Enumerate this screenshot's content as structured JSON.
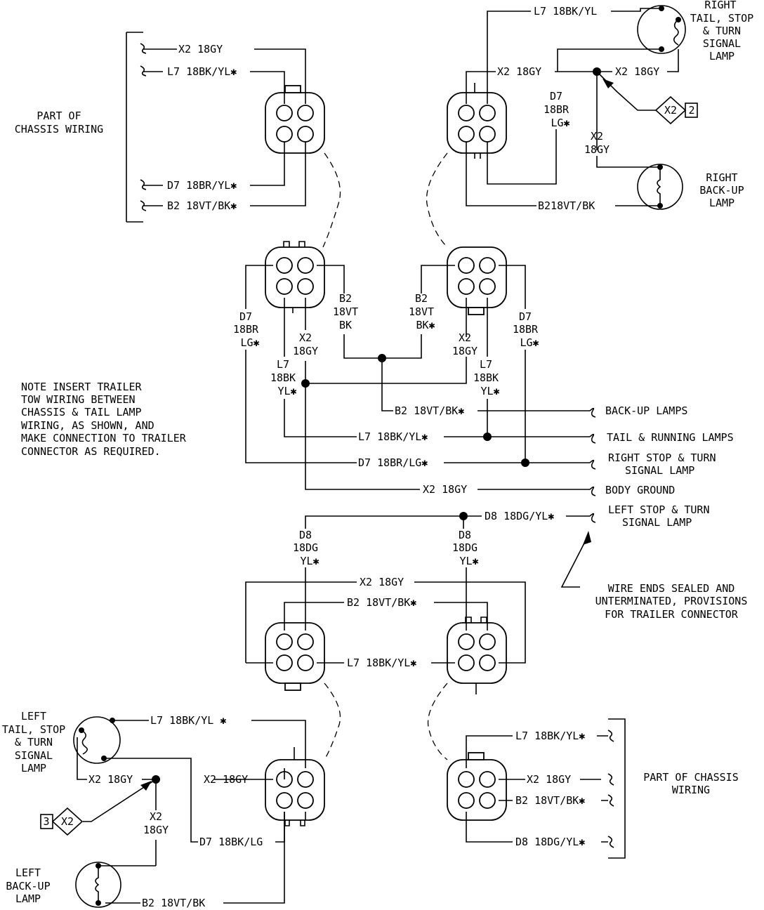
{
  "labels": {
    "chassis_tl_x2": "X2 18GY",
    "chassis_tl_l7": "L7 18BK/YL✱",
    "chassis_tl_d7": "D7 18BR/YL✱",
    "chassis_tl_b2": "B2 18VT/BK✱",
    "part_of_chassis_1": "PART OF",
    "part_of_chassis_2": "CHASSIS WIRING",
    "rt_l7": "L7 18BK/YL",
    "rt_x2a": "X2 18GY",
    "rt_x2b": "X2 18GY",
    "rt_d7_1": "D7",
    "rt_d7_2": "18BR",
    "rt_d7_3": "LG✱",
    "rt_x2c_1": "X2",
    "rt_x2c_2": "18GY",
    "rt_b2": "B218VT/BK",
    "ground_ref_right": "X2",
    "ground_ref_right_num": "2",
    "right_tail_1": "RIGHT",
    "right_tail_2": "TAIL, STOP",
    "right_tail_3": "& TURN",
    "right_tail_4": "SIGNAL",
    "right_tail_5": "LAMP",
    "right_backup_1": "RIGHT",
    "right_backup_2": "BACK-UP",
    "right_backup_3": "LAMP",
    "m_d7l_1": "D7",
    "m_d7l_2": "18BR",
    "m_d7l_3": "LG✱",
    "m_b2l_1": "B2",
    "m_b2l_2": "18VT",
    "m_b2l_3": "BK",
    "m_x2l_1": "X2",
    "m_x2l_2": "18GY",
    "m_l7l_1": "L7",
    "m_l7l_2": "18BK",
    "m_l7l_3": "YL✱",
    "m_b2r_1": "B2",
    "m_b2r_2": "18VT",
    "m_b2r_3": "BK✱",
    "m_x2r_1": "X2",
    "m_x2r_2": "18GY",
    "m_l7r_1": "L7",
    "m_l7r_2": "18BK",
    "m_l7r_3": "YL✱",
    "m_d7r_1": "D7",
    "m_d7r_2": "18BR",
    "m_d7r_3": "LG✱",
    "note_1": "NOTE INSERT TRAILER",
    "note_2": "TOW WIRING BETWEEN",
    "note_3": "CHASSIS & TAIL LAMP",
    "note_4": "WIRING, AS SHOWN, AND",
    "note_5": "MAKE CONNECTION TO TRAILER",
    "note_6": "CONNECTOR AS REQUIRED.",
    "tw_b2": "B2 18VT/BK✱",
    "tw_l7": "L7 18BK/YL✱",
    "tw_d7": "D7 18BR/LG✱",
    "tw_x2": "X2 18GY",
    "tw_d8": "D8 18DG/YL✱",
    "dest_backup": "BACK-UP LAMPS",
    "dest_tail": "TAIL & RUNNING LAMPS",
    "dest_rstop_1": "RIGHT STOP & TURN",
    "dest_rstop_2": "SIGNAL LAMP",
    "dest_ground": "BODY GROUND",
    "dest_lstop_1": "LEFT STOP & TURN",
    "dest_lstop_2": "SIGNAL LAMP",
    "sealed_1": "WIRE ENDS SEALED AND",
    "sealed_2": "UNTERMINATED, PROVISIONS",
    "sealed_3": "FOR TRAILER CONNECTOR",
    "l_d8l_1": "D8",
    "l_d8l_2": "18DG",
    "l_d8l_3": "YL✱",
    "l_d8r_1": "D8",
    "l_d8r_2": "18DG",
    "l_d8r_3": "YL✱",
    "l_x2": "X2 18GY",
    "l_b2": "B2 18VT/BK✱",
    "l_l7": "L7 18BK/YL✱",
    "lt_l7": "L7 18BK/YL ✱",
    "lt_x2a": "X2 18GY",
    "lt_x2b": "X2 18GY",
    "lt_x2c_1": "X2",
    "lt_x2c_2": "18GY",
    "lt_d7": "D7 18BK/LG",
    "lt_b2": "B2 18VT/BK",
    "ground_ref_left": "X2",
    "ground_ref_left_num": "3",
    "left_tail_1": "LEFT",
    "left_tail_2": "TAIL, STOP",
    "left_tail_3": "& TURN",
    "left_tail_4": "SIGNAL",
    "left_tail_5": "LAMP",
    "left_backup_1": "LEFT",
    "left_backup_2": "BACK-UP",
    "left_backup_3": "LAMP",
    "cb_l7": "L7 18BK/YL✱",
    "cb_x2": "X2 18GY",
    "cb_b2": "B2 18VT/BK✱",
    "cb_d8": "D8 18DG/YL✱",
    "part_of_chassis_3": "PART OF CHASSIS",
    "part_of_chassis_4": "WIRING"
  }
}
